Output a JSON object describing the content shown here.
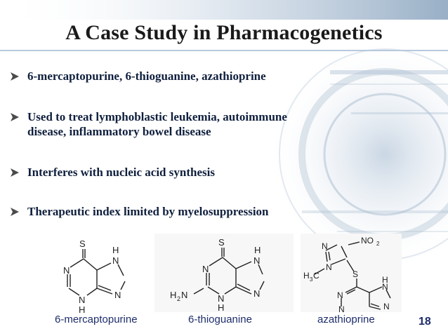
{
  "slide": {
    "title": "A Case Study in Pharmacogenetics",
    "bullets": [
      "6-mercaptopurine, 6-thioguanine, azathioprine",
      "Used to treat lymphoblastic leukemia, autoimmune",
      "disease, inflammatory bowel disease",
      "Interferes with nucleic acid synthesis",
      "Therapeutic index limited by myelosuppression"
    ],
    "captions": [
      "6-mercaptopurine",
      "6-thioguanine",
      "azathioprine"
    ],
    "page_number": "18",
    "structure_labels": {
      "s": "S",
      "n": "N",
      "h": "H",
      "nh": "H",
      "h2n": "H",
      "h2n_sub": "2",
      "h2n_n": "N",
      "no2_no": "NO",
      "no2_sub": "2",
      "h3c_h": "H",
      "h3c_sub": "3",
      "h3c_c": "C"
    },
    "colors": {
      "title": "#1a1a1a",
      "bullet_text": "#0f1f3d",
      "arrow": "#4b4b4b",
      "caption": "#1e2d6b"
    }
  }
}
